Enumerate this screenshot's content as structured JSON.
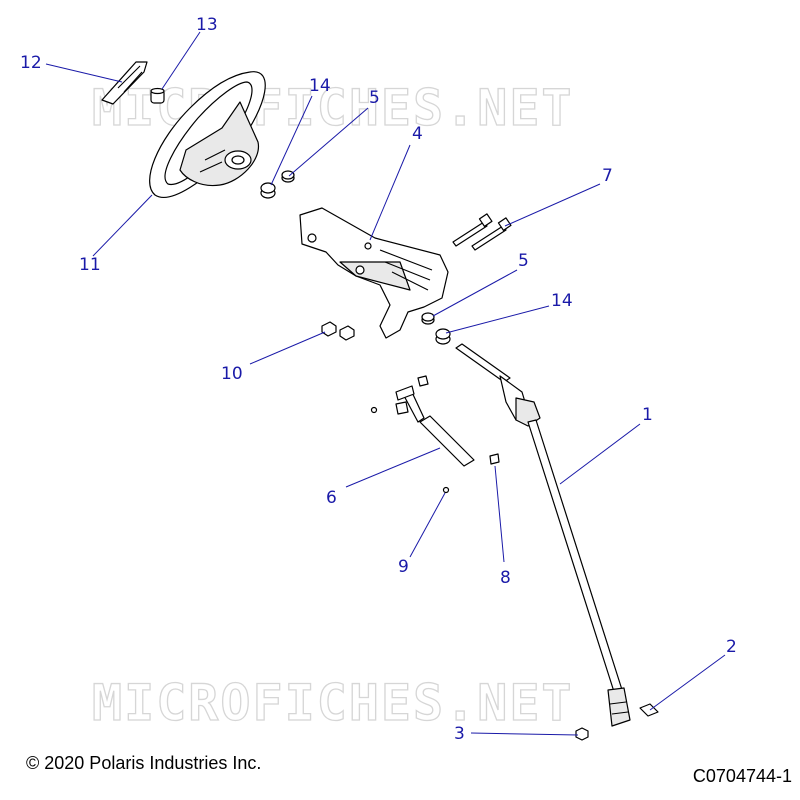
{
  "watermark": "MICROFICHES.NET",
  "copyright": "© 2020 Polaris Industries Inc.",
  "figure_id": "C0704744-1",
  "callouts": [
    {
      "id": "c1",
      "label": "1"
    },
    {
      "id": "c2",
      "label": "2"
    },
    {
      "id": "c3",
      "label": "3"
    },
    {
      "id": "c4",
      "label": "4"
    },
    {
      "id": "c5a",
      "label": "5"
    },
    {
      "id": "c5b",
      "label": "5"
    },
    {
      "id": "c6",
      "label": "6"
    },
    {
      "id": "c7",
      "label": "7"
    },
    {
      "id": "c8",
      "label": "8"
    },
    {
      "id": "c9",
      "label": "9"
    },
    {
      "id": "c10",
      "label": "10"
    },
    {
      "id": "c11",
      "label": "11"
    },
    {
      "id": "c12",
      "label": "12"
    },
    {
      "id": "c13",
      "label": "13"
    },
    {
      "id": "c14a",
      "label": "14"
    },
    {
      "id": "c14b",
      "label": "14"
    }
  ],
  "colors": {
    "callout": "#1a1aa8",
    "watermark": "#d6d6d6"
  }
}
